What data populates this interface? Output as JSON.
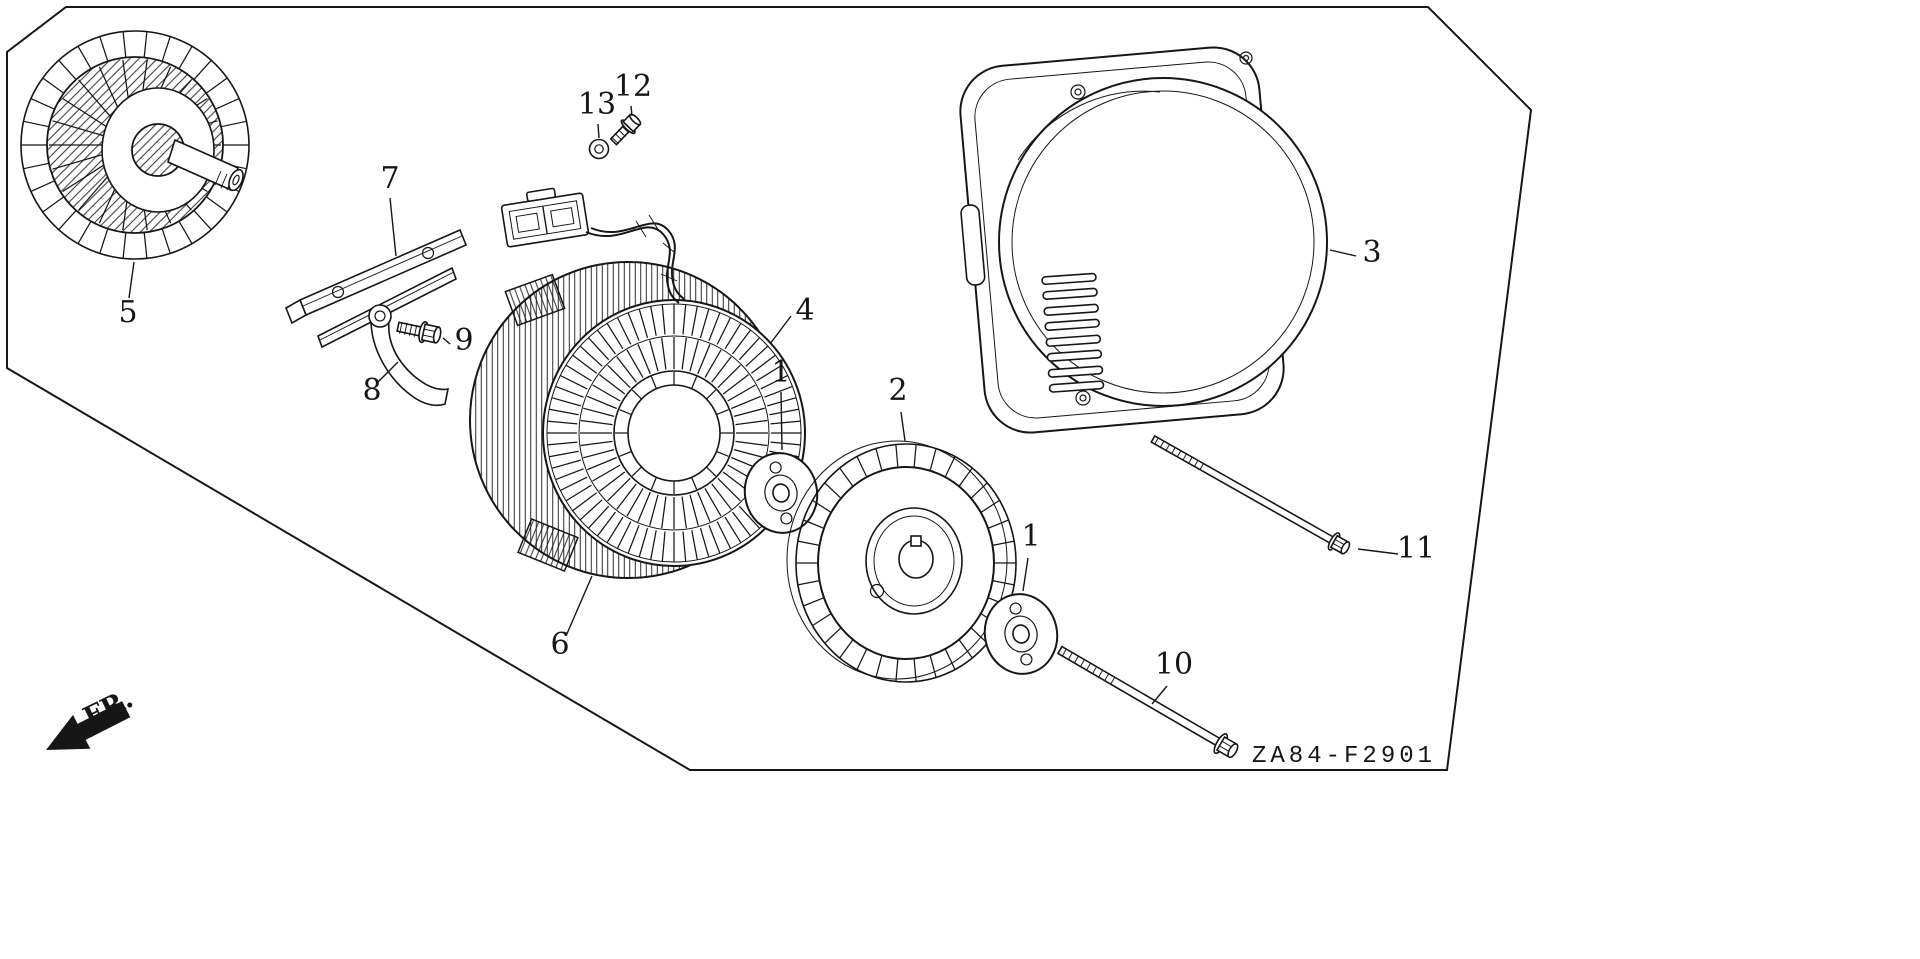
{
  "colors": {
    "ink": "#161616",
    "paper": "#ffffff"
  },
  "diagram_code": "ZA84-F2901",
  "fr_indicator": {
    "label": "FR."
  },
  "callouts": [
    {
      "part": "5"
    },
    {
      "part": "7"
    },
    {
      "part": "8"
    },
    {
      "part": "9"
    },
    {
      "part": "13"
    },
    {
      "part": "12"
    },
    {
      "part": "4"
    },
    {
      "part": "6"
    },
    {
      "part": "1"
    },
    {
      "part": "2"
    },
    {
      "part": "1"
    },
    {
      "part": "3"
    },
    {
      "part": "11"
    },
    {
      "part": "10"
    }
  ]
}
